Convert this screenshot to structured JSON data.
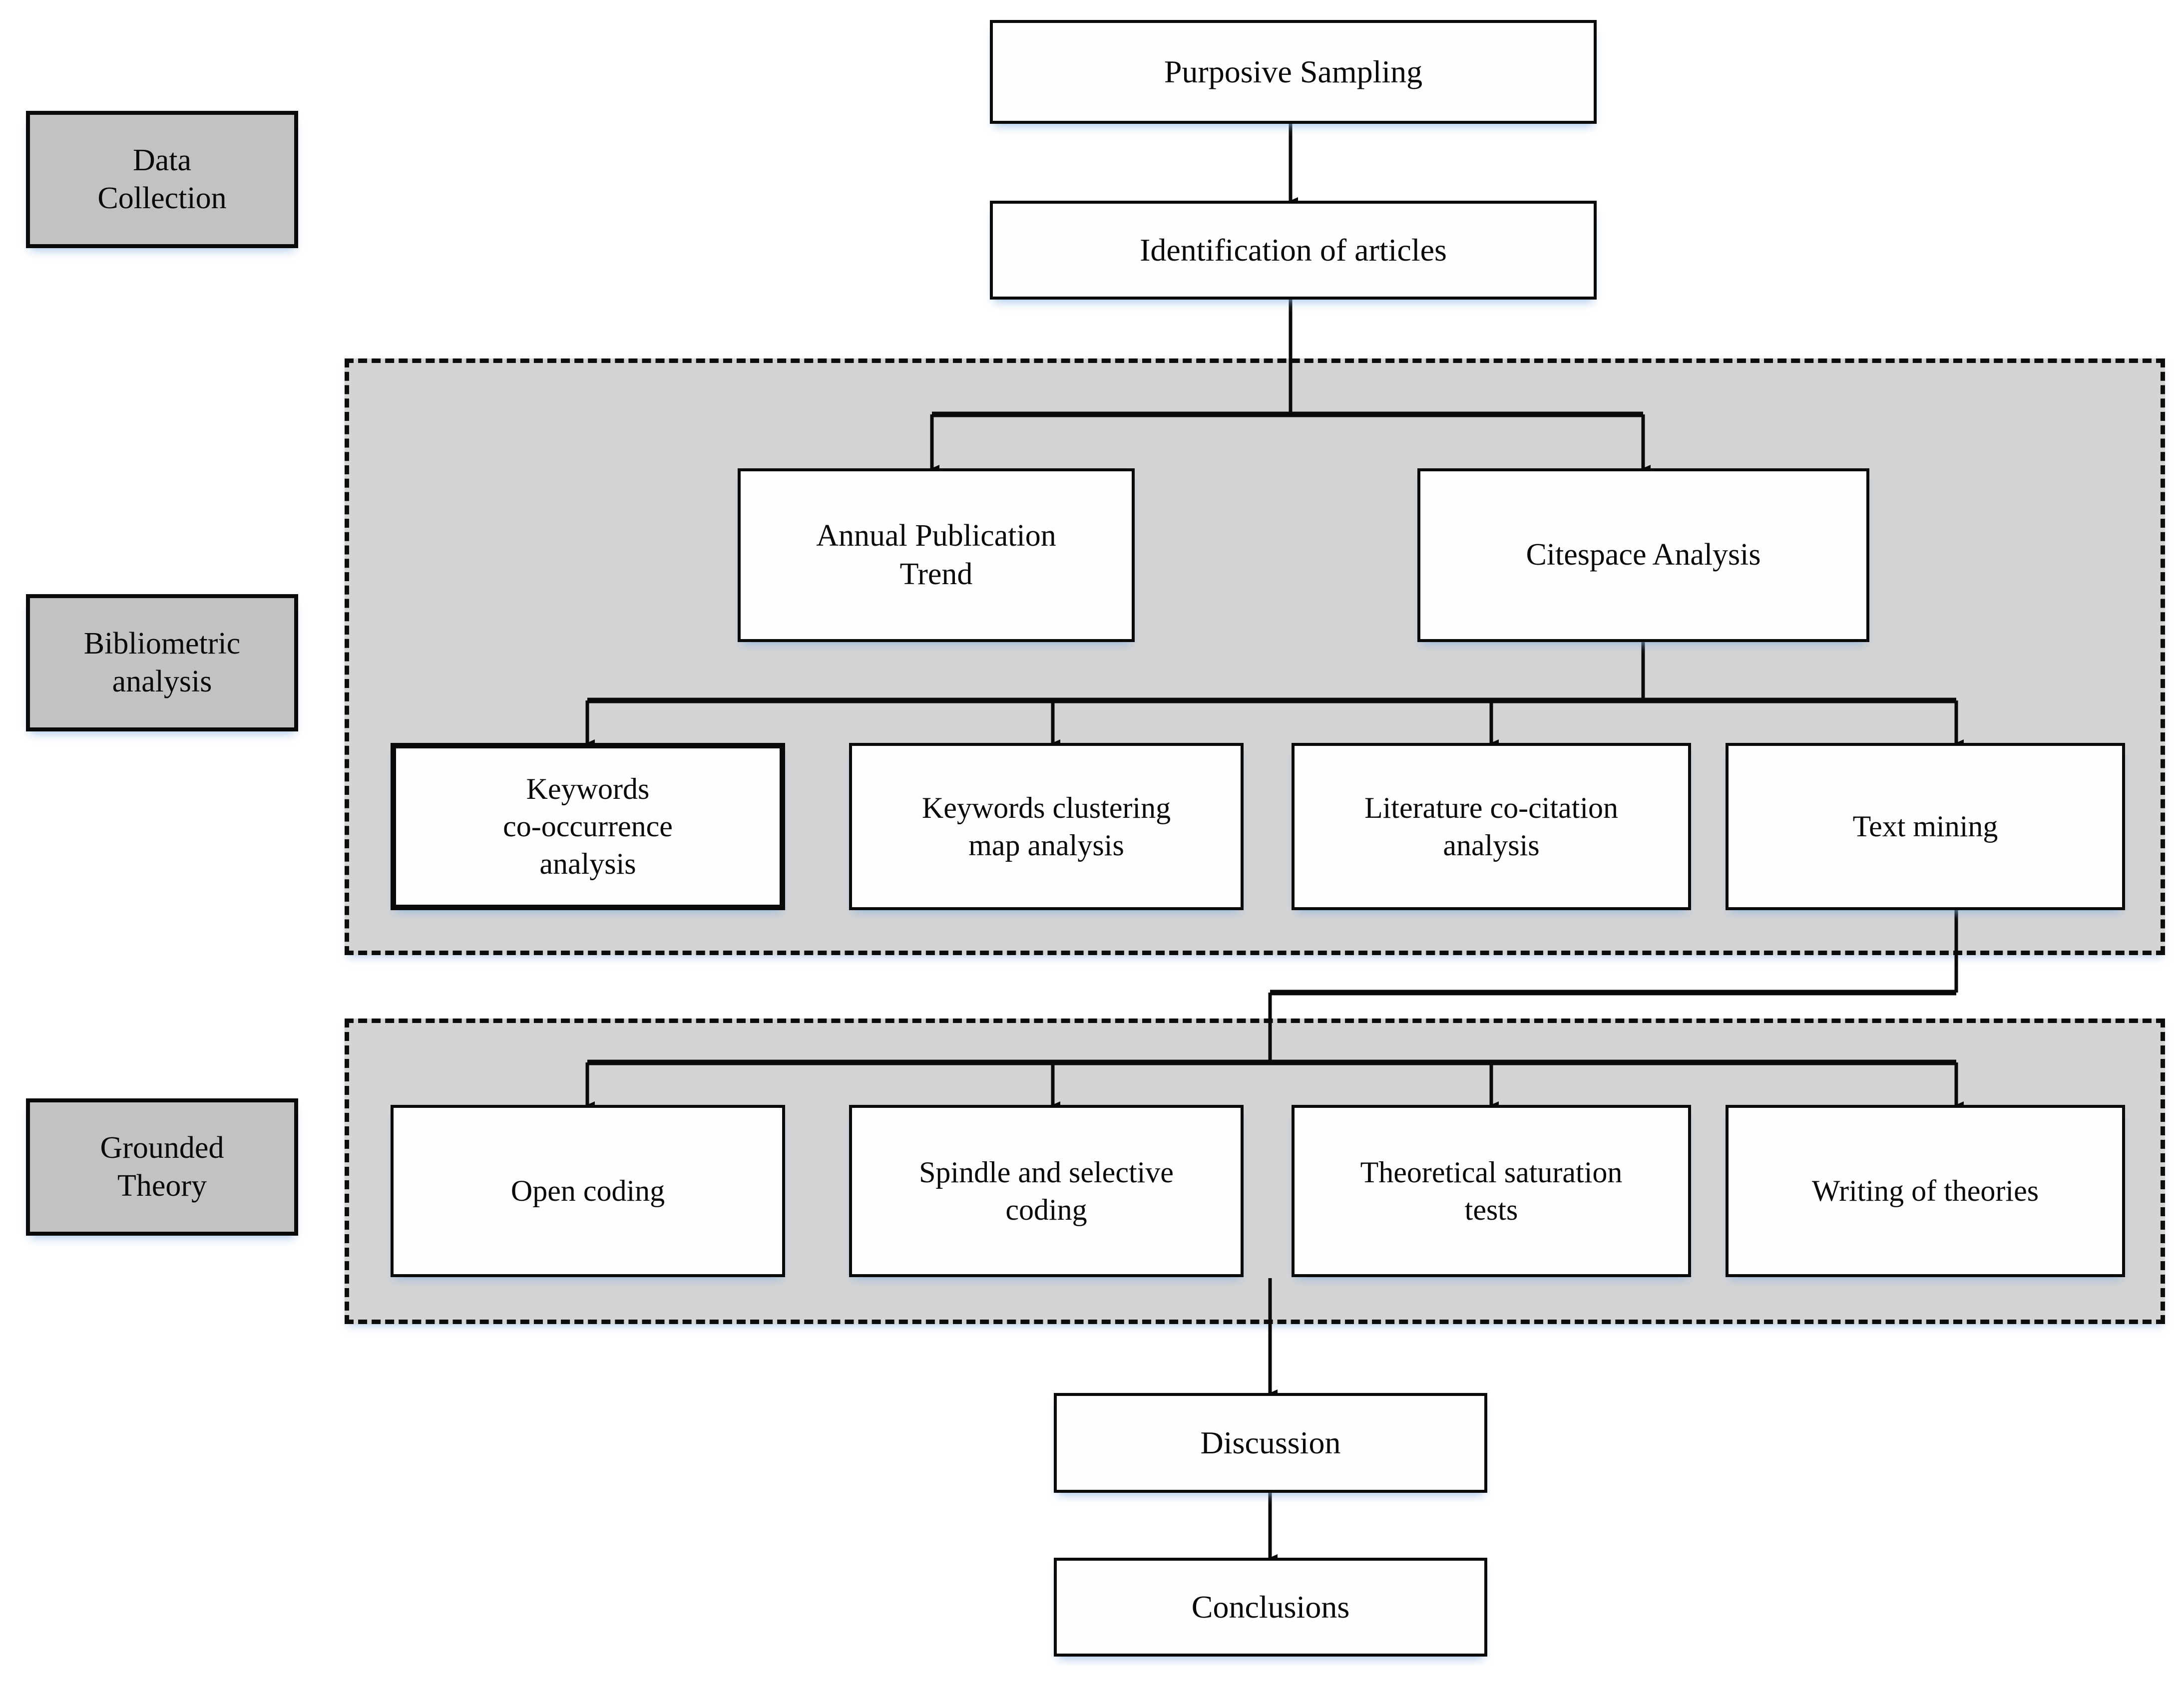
{
  "diagram": {
    "title": "Research methodology flowchart",
    "colors": {
      "band_fill": "#d4d4d4",
      "stage_label_fill": "#c2c2c2",
      "node_fill": "#fefefe",
      "stroke": "#0a0a0a"
    }
  },
  "stage_labels": [
    {
      "id": "data-collection",
      "line1": "Data",
      "line2": "Collection"
    },
    {
      "id": "bibliometric-analysis",
      "line1": "Bibliometric",
      "line2": "analysis"
    },
    {
      "id": "grounded-theory",
      "line1": "Grounded",
      "line2": "Theory"
    }
  ],
  "nodes": {
    "purposive_sampling": "Purposive Sampling",
    "identification_of_articles": "Identification of articles",
    "annual_publication_trend_l1": "Annual Publication",
    "annual_publication_trend_l2": "Trend",
    "citespace_analysis": "Citespace Analysis",
    "keywords_cooccurrence_l1": "Keywords",
    "keywords_cooccurrence_l2": "co-occurrence",
    "keywords_cooccurrence_l3": "analysis",
    "keywords_clustering_l1": "Keywords clustering",
    "keywords_clustering_l2": "map analysis",
    "literature_cocitation_l1": "Literature co-citation",
    "literature_cocitation_l2": "analysis",
    "text_mining": "Text mining",
    "open_coding": "Open coding",
    "spindle_selective_l1": "Spindle and selective",
    "spindle_selective_l2": "coding",
    "theoretical_saturation_l1": "Theoretical saturation",
    "theoretical_saturation_l2": "tests",
    "writing_of_theories": "Writing of theories",
    "discussion": "Discussion",
    "conclusions": "Conclusions"
  }
}
